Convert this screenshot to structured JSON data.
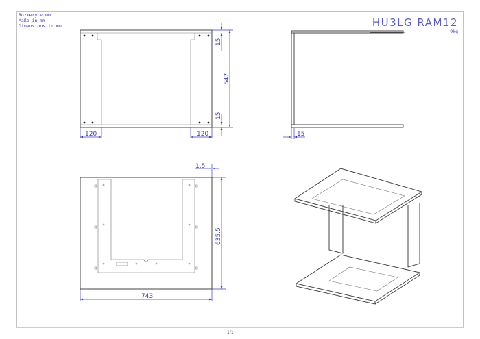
{
  "notes": [
    "Rozmery v mm",
    "Maße in mm",
    "Dimensions in mm"
  ],
  "title": "HU3LG RAM12",
  "weight": "9kg",
  "dimensions": {
    "top_15": "15",
    "height_547": "547",
    "bottom_15": "15",
    "left_120": "120",
    "right_120": "120",
    "side_15": "15",
    "offset_1_5": "1.5",
    "depth_635_5": "635.5",
    "width_743": "743"
  },
  "page": "1/1",
  "colors": {
    "dimension": "#3a3ad0",
    "line": "#444444"
  }
}
